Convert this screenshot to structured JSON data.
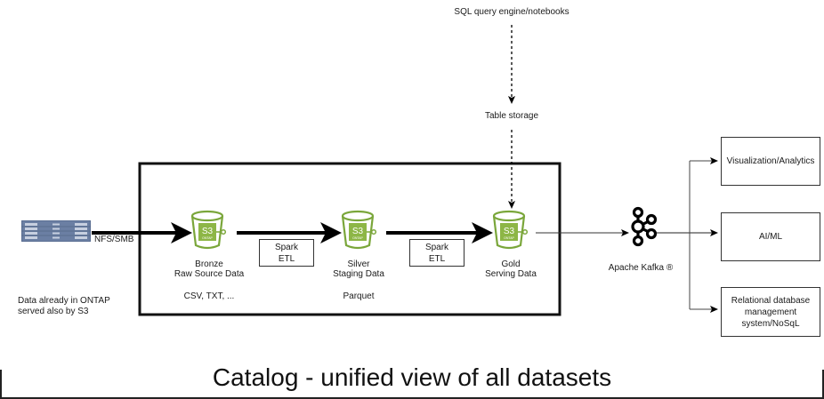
{
  "source": {
    "icon": "storage-server-icon",
    "protocol_label": "NFS/SMB",
    "note_line1": "Data already in ONTAP",
    "note_line2": "served also by S3"
  },
  "pipeline": {
    "stages": [
      {
        "icon": "s3-ontap-bucket-icon",
        "badge": "S3",
        "badge_sub": "ONTAP",
        "name": "Bronze",
        "description": "Raw Source Data",
        "format": "CSV, TXT, ..."
      },
      {
        "icon": "s3-ontap-bucket-icon",
        "badge": "S3",
        "badge_sub": "ONTAP",
        "name": "Silver",
        "description": "Staging Data",
        "format": "Parquet"
      },
      {
        "icon": "s3-ontap-bucket-icon",
        "badge": "S3",
        "badge_sub": "ONTAP",
        "name": "Gold",
        "description": "Serving Data",
        "format": ""
      }
    ],
    "transforms": [
      {
        "line1": "Spark",
        "line2": "ETL"
      },
      {
        "line1": "Spark",
        "line2": "ETL"
      }
    ]
  },
  "query": {
    "engine_label": "SQL query engine/notebooks",
    "storage_label": "Table storage"
  },
  "streaming": {
    "icon": "kafka-icon",
    "label": "Apache Kafka ®"
  },
  "consumers": [
    {
      "line1": "Visualization/Analytics",
      "line2": "",
      "line3": ""
    },
    {
      "line1": "AI/ML",
      "line2": "",
      "line3": ""
    },
    {
      "line1": "Relational database",
      "line2": "management",
      "line3": "system/NoSqL"
    }
  ],
  "catalog": {
    "title": "Catalog - unified view of all datasets"
  },
  "colors": {
    "bucket_green": "#7aa63a",
    "bucket_fill": "#8db646",
    "server_blue": "#5a6e92",
    "line": "#111111"
  }
}
